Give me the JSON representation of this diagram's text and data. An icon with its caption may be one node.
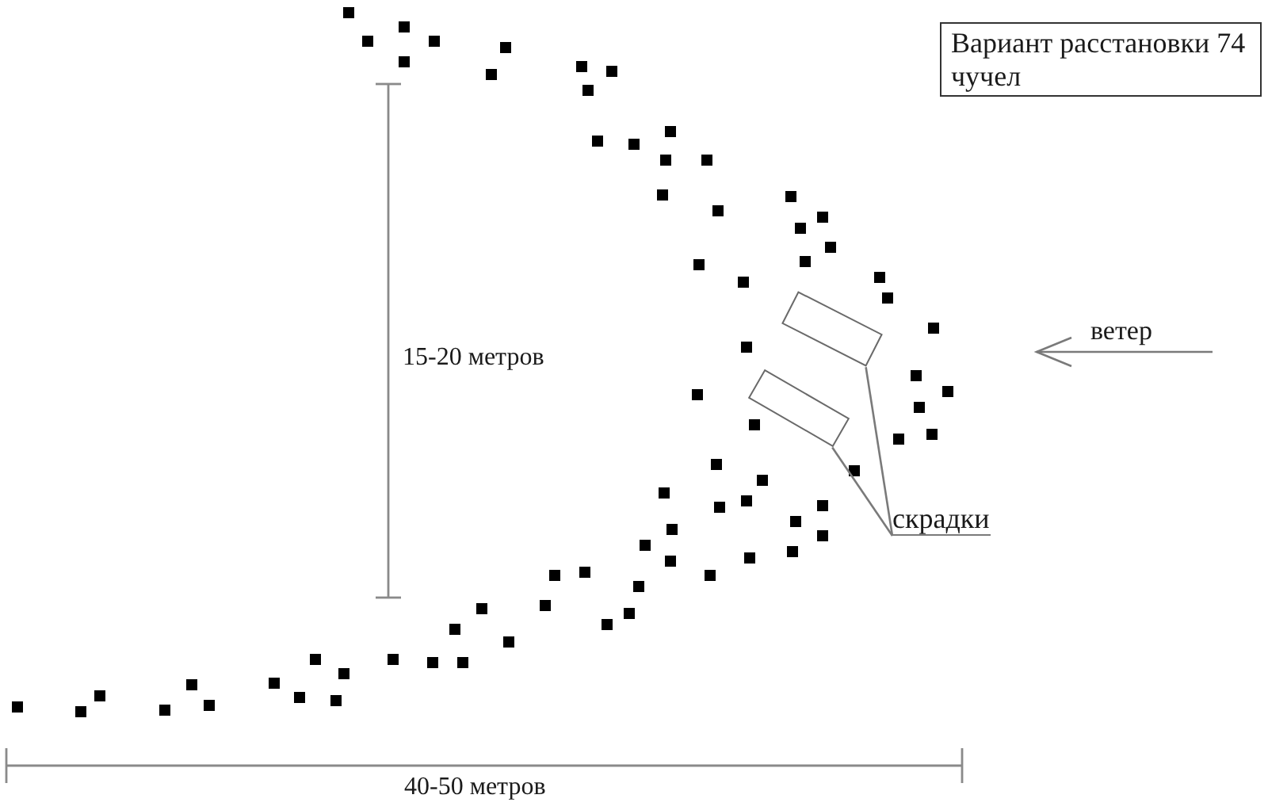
{
  "diagram": {
    "nodes": [
      {
        "text": [
          "Вариант расстановки 74 чучел"
        ]
      },
      {
        "text": [],
        "shape": "box"
      },
      {
        "text": [],
        "shape": "box"
      },
      {
        "text": [
          "скрадки"
        ]
      }
    ],
    "edges": [
      {
        "from": 3,
        "to": 1,
        "arrow": "none"
      },
      {
        "from": 3,
        "to": 2,
        "arrow": "none"
      }
    ],
    "labels": [
      "15-20 метров",
      "ветер",
      "40-50 метров"
    ]
  }
}
